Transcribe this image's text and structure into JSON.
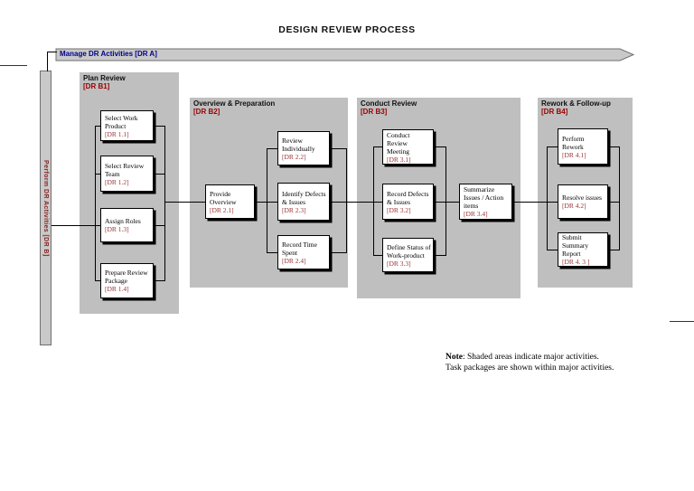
{
  "title": "DESIGN REVIEW PROCESS",
  "manage_bar": {
    "label": "Manage DR Activities  [DR A]"
  },
  "perform_bar": {
    "label": "Perform  DR  Activities  [DR B]"
  },
  "sections": [
    {
      "name": "Plan Review",
      "code": "[DR B1]",
      "tasks": [
        {
          "title": "Select Work Product",
          "code": "[DR 1.1]"
        },
        {
          "title": "Select Review Team",
          "code": "[DR 1.2]"
        },
        {
          "title": "Assign Roles",
          "code": "[DR 1.3]"
        },
        {
          "title": "Prepare Review Package",
          "code": "[DR 1.4]"
        }
      ]
    },
    {
      "name": "Overview & Preparation",
      "code": "[DR B2]",
      "tasks": [
        {
          "title": "Provide Overview",
          "code": "[DR 2.1]"
        },
        {
          "title": "Review Individually",
          "code": "[DR 2.2]"
        },
        {
          "title": "Identify Defects & Issues",
          "code": "[DR 2.3]"
        },
        {
          "title": "Record Time Spent",
          "code": "[DR 2.4]"
        }
      ]
    },
    {
      "name": "Conduct Review",
      "code": "[DR B3]",
      "tasks": [
        {
          "title": "Conduct Review Meeting",
          "code": "[DR 3.1]"
        },
        {
          "title": "Record Defects & Issues",
          "code": "[DR 3.2]"
        },
        {
          "title": "Define Status of Work-product",
          "code": "[DR 3.3]"
        },
        {
          "title": "Summarize Issues / Action items",
          "code": "[DR 3.4]"
        }
      ]
    },
    {
      "name": "Rework & Follow-up",
      "code": "[DR B4]",
      "tasks": [
        {
          "title": "Perform Rework",
          "code": "[DR 4.1]"
        },
        {
          "title": "Resolve issues",
          "code": "[DR 4.2]"
        },
        {
          "title": "Submit Summary Report",
          "code": "[DR 4. 3 ]"
        }
      ]
    }
  ],
  "note": {
    "bold": "Note",
    "rest": ": Shaded areas indicate major activities.",
    "line2": "Task packages are shown within major activities."
  },
  "colors": {
    "section_fill": "#bfbfbf",
    "bar_fill": "#c9c9c9",
    "bar_border": "#6f6f6f",
    "manage_text": "#00008b",
    "perform_text": "#8b2222",
    "section_code_text": "#990000",
    "task_code_text": "#993333",
    "line": "#000000"
  }
}
